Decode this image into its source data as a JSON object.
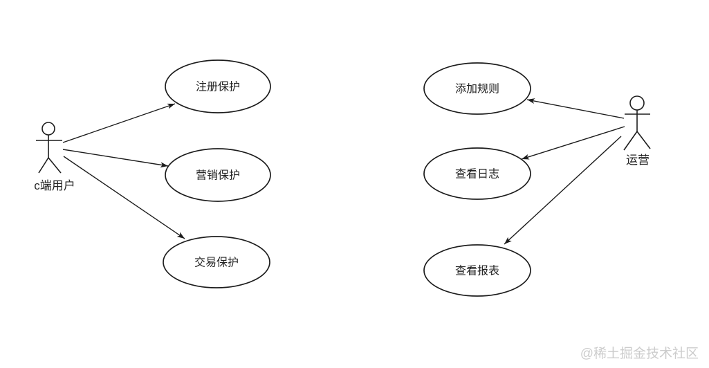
{
  "diagram": {
    "type": "use-case-diagram",
    "background_color": "#ffffff",
    "line_color": "#1c1c1c",
    "text_color": "#222222",
    "left": {
      "actor": "c端用户",
      "use_cases": [
        "注册保护",
        "营销保护",
        "交易保护"
      ]
    },
    "right": {
      "actor": "运营",
      "use_cases": [
        "添加规则",
        "查看日志",
        "查看报表"
      ]
    },
    "edges": [
      {
        "from": "c端用户",
        "to": "注册保护"
      },
      {
        "from": "c端用户",
        "to": "营销保护"
      },
      {
        "from": "c端用户",
        "to": "交易保护"
      },
      {
        "from": "运营",
        "to": "添加规则"
      },
      {
        "from": "运营",
        "to": "查看日志"
      },
      {
        "from": "运营",
        "to": "查看报表"
      }
    ],
    "watermark": {
      "text": "@稀土掘金技术社区",
      "color": "#cccccc"
    }
  }
}
